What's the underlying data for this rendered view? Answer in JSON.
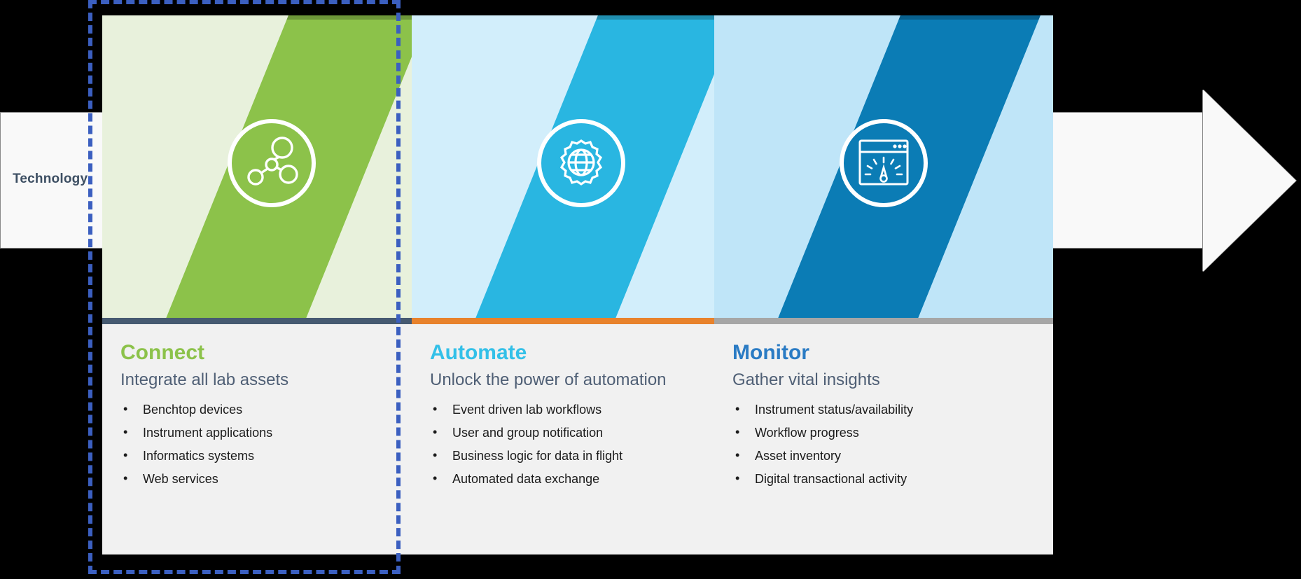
{
  "band": {
    "label": "Technology",
    "arrow_color": "#f9f9f9",
    "arrow_border": "#8a8a8a"
  },
  "focus": {
    "highlighted_card": "Connect",
    "outline_color": "#3b5fc0",
    "outline_style": "dashed"
  },
  "cards": [
    {
      "id": "connect",
      "title": "Connect",
      "subtitle": "Integrate all lab assets",
      "icon": "network-nodes-icon",
      "title_color": "#8cc24a",
      "accent_color": "#8cc24a",
      "panel_color": "#e8f1dc",
      "rule_color": "#465a71",
      "bullets": [
        "Benchtop devices",
        "Instrument applications",
        "Informatics systems",
        "Web services"
      ]
    },
    {
      "id": "automate",
      "title": "Automate",
      "subtitle": "Unlock the power of automation",
      "icon": "globe-gear-icon",
      "title_color": "#33c0e8",
      "accent_color": "#29b6e1",
      "panel_color": "#d2eefb",
      "rule_color": "#e8822c",
      "bullets": [
        "Event driven lab workflows",
        "User and group notification",
        "Business logic for data in flight",
        "Automated data exchange"
      ]
    },
    {
      "id": "monitor",
      "title": "Monitor",
      "subtitle": "Gather vital insights",
      "icon": "dashboard-gauge-icon",
      "title_color": "#2a7bc4",
      "accent_color": "#0b7cb5",
      "panel_color": "#bfe5f8",
      "rule_color": "#a6a6a6",
      "bullets": [
        "Instrument status/availability",
        "Workflow progress",
        "Asset inventory",
        "Digital transactional activity"
      ]
    }
  ],
  "bullet_glyph": "•"
}
